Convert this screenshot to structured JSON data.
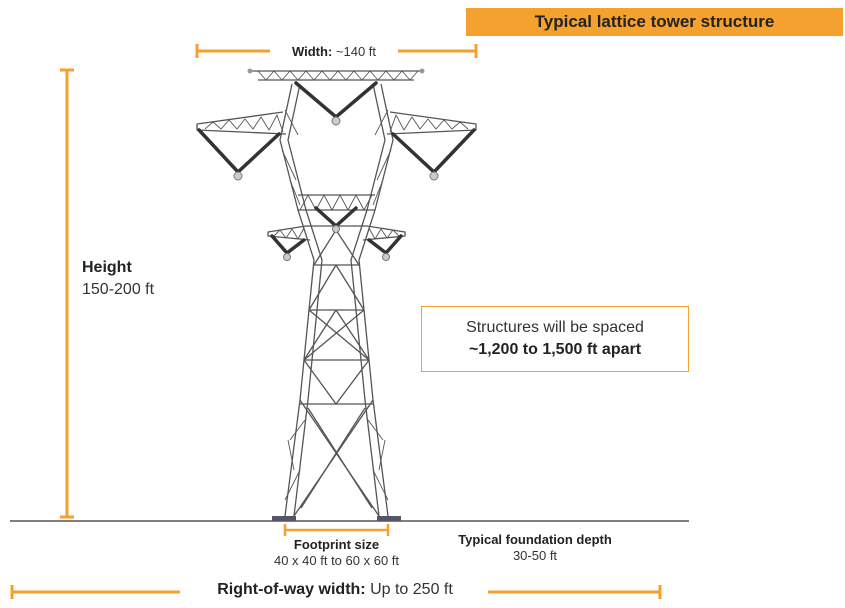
{
  "title": "Typical lattice tower structure",
  "width": {
    "label": "Width:",
    "value": "~140 ft"
  },
  "height": {
    "label": "Height",
    "value": "150-200 ft"
  },
  "spacing": {
    "line1": "Structures will be spaced",
    "line2": "~1,200 to 1,500 ft apart"
  },
  "footprint": {
    "label": "Footprint size",
    "value": "40 x 40 ft to 60 x 60 ft"
  },
  "foundation": {
    "label": "Typical foundation depth",
    "value": "30-50 ft"
  },
  "right_of_way": {
    "label": "Right-of-way width:",
    "value": "Up to 250 ft"
  },
  "colors": {
    "accent": "#F5A12F",
    "tower": "#555555",
    "insulator": "#333333",
    "ground": "#333333"
  }
}
